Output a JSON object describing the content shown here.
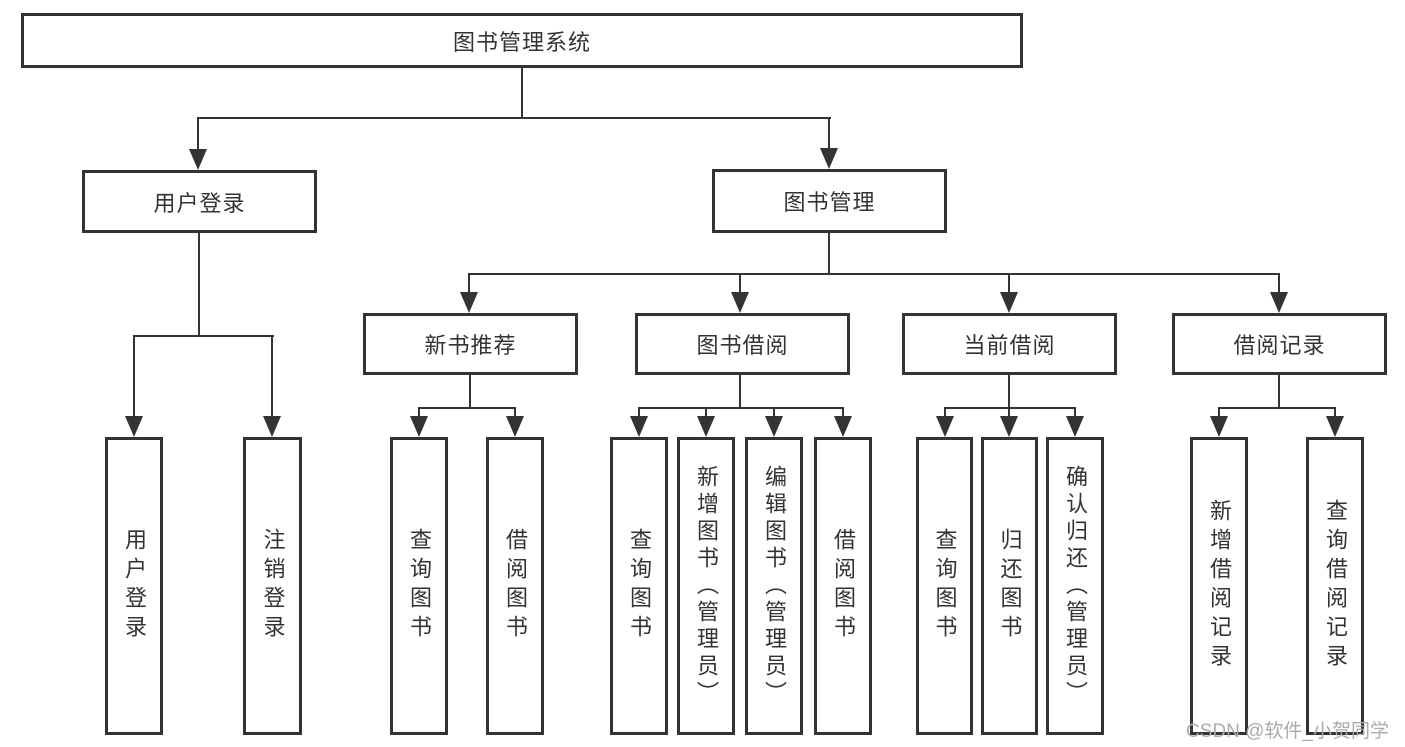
{
  "diagram_title": "图书管理系统",
  "colors": {
    "line": "#333333",
    "box_border": "#333333",
    "text": "#333333",
    "background": "#ffffff",
    "watermark": "#ababab"
  },
  "watermark": {
    "text": "CSDN @软件_小贺同学"
  },
  "nodes": {
    "root": {
      "label": "图书管理系统"
    },
    "user_login": {
      "label": "用户登录"
    },
    "book_management": {
      "label": "图书管理"
    },
    "new_book_recommend": {
      "label": "新书推荐"
    },
    "book_borrow": {
      "label": "图书借阅"
    },
    "current_borrow": {
      "label": "当前借阅"
    },
    "borrow_records": {
      "label": "借阅记录"
    },
    "login_user_login": {
      "label": "用户登录"
    },
    "login_logout": {
      "label": "注销登录"
    },
    "recommend_query_books": {
      "label": "查询图书"
    },
    "recommend_borrow_books": {
      "label": "借阅图书"
    },
    "borrow_query_books": {
      "label": "查询图书"
    },
    "borrow_add_books_admin": {
      "label": "新增图书（管理员）"
    },
    "borrow_edit_books_admin": {
      "label": "编辑图书（管理员）"
    },
    "borrow_borrow_books": {
      "label": "借阅图书"
    },
    "current_query_books": {
      "label": "查询图书"
    },
    "current_return_books": {
      "label": "归还图书"
    },
    "current_confirm_return_admin": {
      "label": "确认归还（管理员）"
    },
    "records_add_record": {
      "label": "新增借阅记录"
    },
    "records_query_record": {
      "label": "查询借阅记录"
    }
  },
  "hierarchy": {
    "root": "图书管理系统",
    "children": [
      {
        "label": "用户登录",
        "children": [
          "用户登录",
          "注销登录"
        ]
      },
      {
        "label": "图书管理",
        "children": [
          {
            "label": "新书推荐",
            "children": [
              "查询图书",
              "借阅图书"
            ]
          },
          {
            "label": "图书借阅",
            "children": [
              "查询图书",
              "新增图书（管理员）",
              "编辑图书（管理员）",
              "借阅图书"
            ]
          },
          {
            "label": "当前借阅",
            "children": [
              "查询图书",
              "归还图书",
              "确认归还（管理员）"
            ]
          },
          {
            "label": "借阅记录",
            "children": [
              "新增借阅记录",
              "查询借阅记录"
            ]
          }
        ]
      }
    ]
  }
}
